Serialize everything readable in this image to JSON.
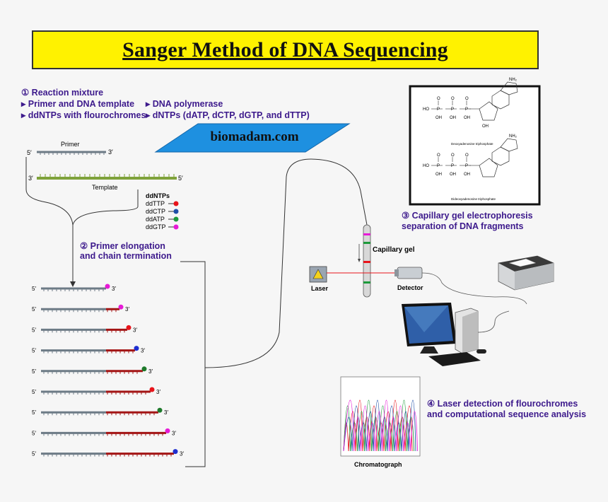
{
  "title": "Sanger Method of DNA Sequencing",
  "watermark": "biomadam.com",
  "step1": {
    "heading": "① Reaction mixture",
    "item1": "▸ Primer and DNA template",
    "item2": "▸ DNA polymerase",
    "item3": "▸ ddNTPs with flourochromes",
    "item4": "▸ dNTPs (dATP, dCTP, dGTP, and dTTP)"
  },
  "step2": {
    "line1": "② Primer elongation",
    "line2": "and chain termination"
  },
  "step3": {
    "line1": "③ Capillary gel electrophoresis",
    "line2": "separation of DNA fragments"
  },
  "step4": {
    "line1": "④ Laser detection of flourochromes",
    "line2": "and computational sequence analysis"
  },
  "primer": {
    "label": "Primer",
    "five": "5′",
    "three": "3′"
  },
  "template": {
    "label": "Template",
    "three": "3′",
    "five": "5′"
  },
  "ddntps": {
    "title": "ddNTPs",
    "items": [
      {
        "name": "ddTTP",
        "color": "#e8141b"
      },
      {
        "name": "ddCTP",
        "color": "#1f4fa8"
      },
      {
        "name": "ddATP",
        "color": "#1e9a3b"
      },
      {
        "name": "ddGTP",
        "color": "#e61bd6"
      }
    ]
  },
  "fragments": {
    "five": "5′",
    "three": "3′",
    "items": [
      {
        "redfrac": 0.0,
        "color": "#e61bd6"
      },
      {
        "redfrac": 0.18,
        "color": "#e61bd6"
      },
      {
        "redfrac": 0.26,
        "color": "#e8141b"
      },
      {
        "redfrac": 0.36,
        "color": "#1f2fd0"
      },
      {
        "redfrac": 0.45,
        "color": "#1e7a2b"
      },
      {
        "redfrac": 0.52,
        "color": "#e8141b"
      },
      {
        "redfrac": 0.6,
        "color": "#1e7a2b"
      },
      {
        "redfrac": 0.68,
        "color": "#e61bd6"
      },
      {
        "redfrac": 0.76,
        "color": "#1f2fd0"
      }
    ]
  },
  "capillary_label": "Capillary gel",
  "laser_label": "Laser",
  "detector_label": "Detector",
  "chromatograph_label": "Chromatograph",
  "molecules": {
    "top_caption": "Deoxyadenosine triphosphate",
    "bottom_caption": "Dideoxyadenosine triphosphate",
    "nh2": "NH₂",
    "ho": "HO",
    "oh": "OH",
    "n": "N",
    "o": "O",
    "p": "P"
  },
  "colors": {
    "title_bg": "#fff200",
    "banner": "#1e90e0",
    "primer_grey": "#6d7b86",
    "template_green": "#7fa23a",
    "fragment_red": "#a31515",
    "step_text": "#3d1a8c"
  }
}
